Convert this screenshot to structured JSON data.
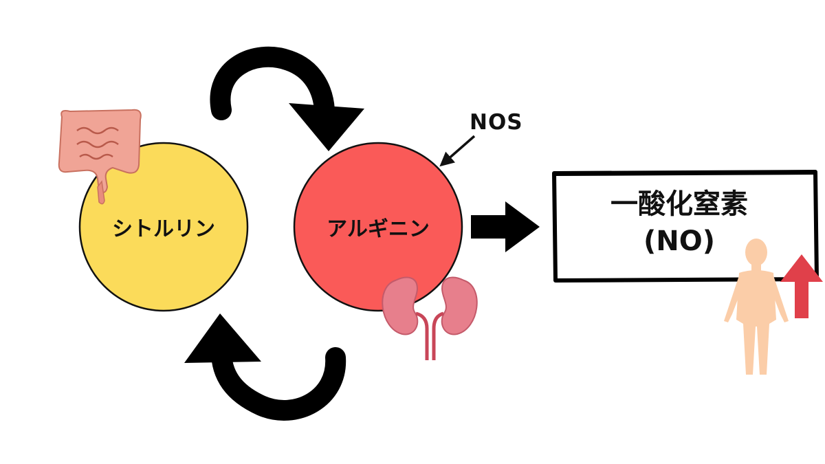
{
  "nodes": {
    "citrulline": {
      "label": "シトルリン",
      "color": "#FBDB5A"
    },
    "arginine": {
      "label": "アルギニン",
      "color": "#FA5A58"
    }
  },
  "enzyme": {
    "label": "NOS"
  },
  "product": {
    "line1": "一酸化窒素",
    "line2": "(NO)"
  },
  "icons": [
    "intestine-icon",
    "kidney-icon",
    "human-body-icon",
    "up-arrow-icon"
  ],
  "colors": {
    "intestine": "#F0A496",
    "kidney": "#E77F8C",
    "body": "#FBCDA8",
    "up_arrow": "#E0404A"
  }
}
